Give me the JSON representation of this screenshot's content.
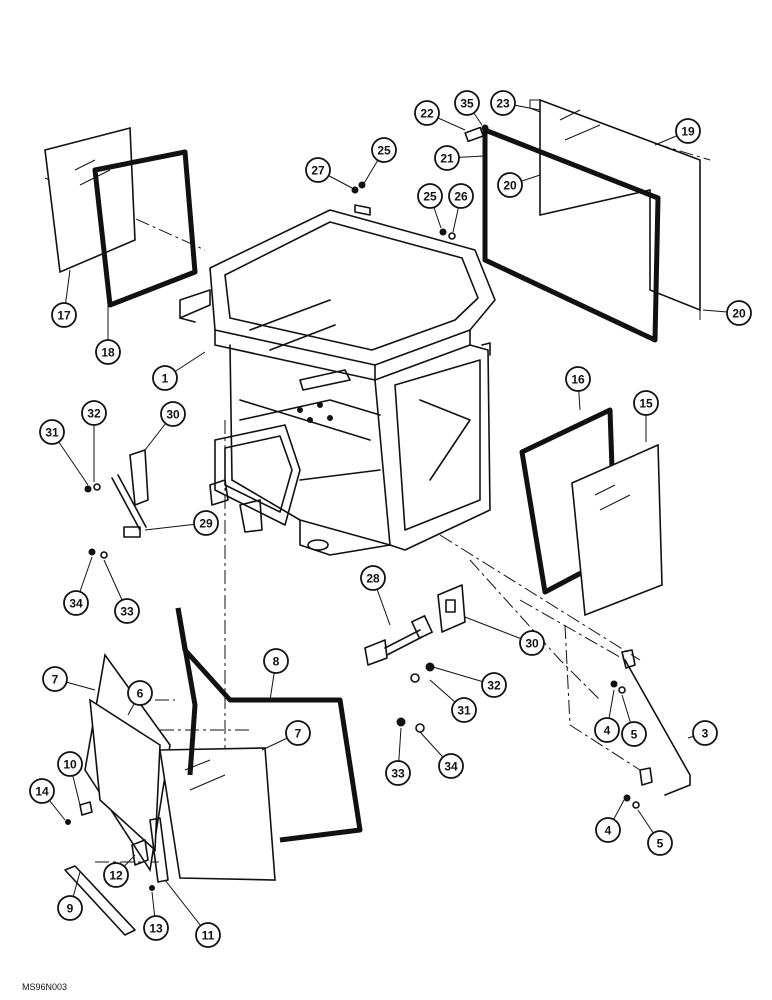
{
  "figure_reference": "MS96N003",
  "callouts": [
    {
      "id": "c1",
      "label": "1"
    },
    {
      "id": "c3",
      "label": "3"
    },
    {
      "id": "c4a",
      "label": "4"
    },
    {
      "id": "c4b",
      "label": "4"
    },
    {
      "id": "c5a",
      "label": "5"
    },
    {
      "id": "c5b",
      "label": "5"
    },
    {
      "id": "c6",
      "label": "6"
    },
    {
      "id": "c7a",
      "label": "7"
    },
    {
      "id": "c7b",
      "label": "7"
    },
    {
      "id": "c8",
      "label": "8"
    },
    {
      "id": "c9",
      "label": "9"
    },
    {
      "id": "c10",
      "label": "10"
    },
    {
      "id": "c11",
      "label": "11"
    },
    {
      "id": "c12",
      "label": "12"
    },
    {
      "id": "c13",
      "label": "13"
    },
    {
      "id": "c14",
      "label": "14"
    },
    {
      "id": "c15",
      "label": "15"
    },
    {
      "id": "c16",
      "label": "16"
    },
    {
      "id": "c17",
      "label": "17"
    },
    {
      "id": "c18",
      "label": "18"
    },
    {
      "id": "c19",
      "label": "19"
    },
    {
      "id": "c20a",
      "label": "20"
    },
    {
      "id": "c20b",
      "label": "20"
    },
    {
      "id": "c21",
      "label": "21"
    },
    {
      "id": "c22",
      "label": "22"
    },
    {
      "id": "c23",
      "label": "23"
    },
    {
      "id": "c25a",
      "label": "25"
    },
    {
      "id": "c25b",
      "label": "25"
    },
    {
      "id": "c26",
      "label": "26"
    },
    {
      "id": "c27",
      "label": "27"
    },
    {
      "id": "c28",
      "label": "28"
    },
    {
      "id": "c29",
      "label": "29"
    },
    {
      "id": "c30a",
      "label": "30"
    },
    {
      "id": "c30b",
      "label": "30"
    },
    {
      "id": "c31a",
      "label": "31"
    },
    {
      "id": "c31b",
      "label": "31"
    },
    {
      "id": "c32a",
      "label": "32"
    },
    {
      "id": "c32b",
      "label": "32"
    },
    {
      "id": "c33a",
      "label": "33"
    },
    {
      "id": "c33b",
      "label": "33"
    },
    {
      "id": "c34a",
      "label": "34"
    },
    {
      "id": "c34b",
      "label": "34"
    },
    {
      "id": "c35",
      "label": "35"
    }
  ]
}
